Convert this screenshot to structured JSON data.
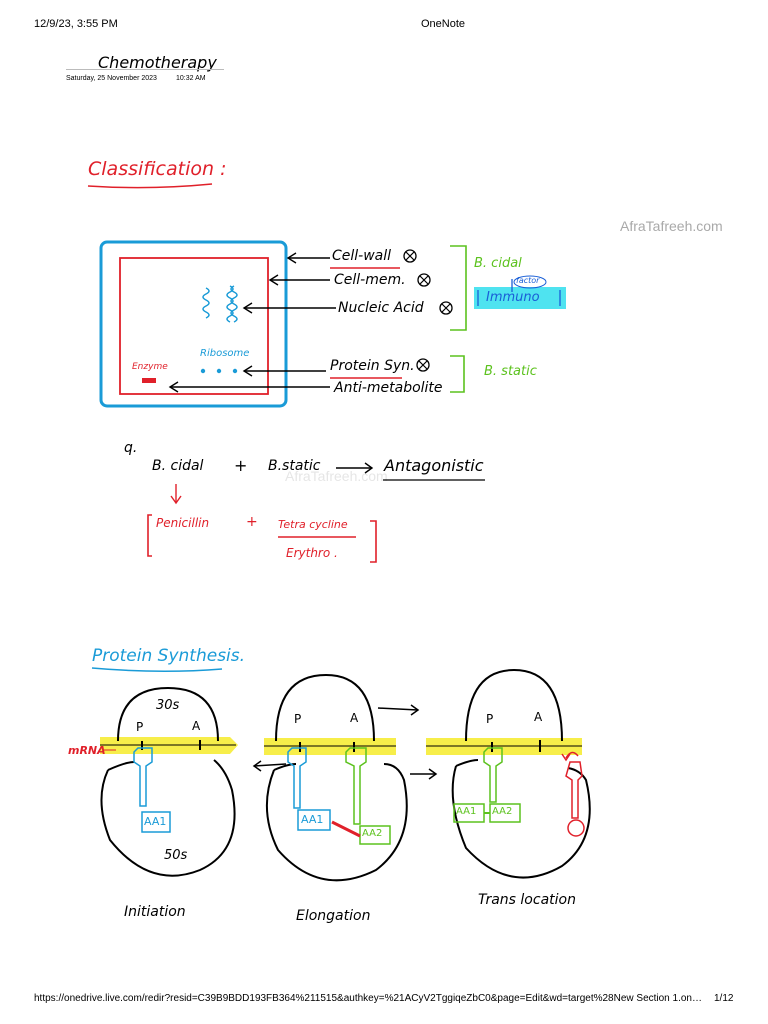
{
  "header": {
    "datetime": "12/9/23, 3:55 PM",
    "app": "OneNote"
  },
  "page": {
    "title": "Chemotherapy",
    "date": "Saturday, 25 November 2023",
    "time": "10:32 AM",
    "watermark": "AfraTafreeh.com",
    "watermark_faint": "AfraTafreeh.com"
  },
  "classification": {
    "heading": "Classification :",
    "ribosome_label": "Ribosome",
    "enzyme_label": "Enzyme",
    "targets": [
      "Cell-wall",
      "Cell-mem.",
      "Nucleic Acid",
      "Protein Syn.",
      "Anti-metabolite"
    ],
    "cidal_label": "B. cidal",
    "factor_label": "factor",
    "immuno_label": "Immuno",
    "static_label": "B. static"
  },
  "combination": {
    "mark": "q.",
    "left": "B. cidal",
    "plus": "+",
    "right": "B.static",
    "result": "Antagonistic",
    "example_1": "Penicillin",
    "example_plus": "+",
    "example_2": "Tetra cycline",
    "example_3": "Erythro ."
  },
  "protein": {
    "heading": "Protein Synthesis.",
    "mrna": "mRNA",
    "small_sub": "30s",
    "large_sub": "50s",
    "site_p": "P",
    "site_a": "A",
    "aa1": "AA1",
    "aa2": "AA2",
    "stages": [
      "Initiation",
      "Elongation",
      "Trans location"
    ]
  },
  "footer": {
    "url": "https://onedrive.live.com/redir?resid=C39B9BDD193FB364%211515&authkey=%21ACyV2TggiqeZbC0&page=Edit&wd=target%28New Section 1.on…",
    "page_count": "1/12"
  },
  "colors": {
    "red": "#e0202a",
    "blue": "#1a9bd7",
    "green": "#5cc21e",
    "yellow": "#f7ee4a",
    "cyan_highlight": "#4fe3f0"
  }
}
